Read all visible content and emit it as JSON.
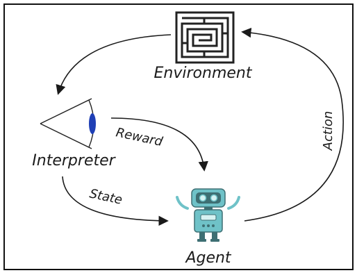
{
  "nodes": {
    "environment": {
      "label": "Environment",
      "icon": "maze-icon"
    },
    "interpreter": {
      "label": "Interpreter",
      "icon": "eye-icon"
    },
    "agent": {
      "label": "Agent",
      "icon": "robot-icon"
    }
  },
  "edges": {
    "action": {
      "label": "Action"
    },
    "reward": {
      "label": "Reward"
    },
    "state": {
      "label": "State"
    }
  },
  "colors": {
    "robot_body": "#6fc2c8",
    "robot_dark": "#3e6f73",
    "eye_pupil": "#1f3fb5",
    "line": "#1a1a1a"
  }
}
